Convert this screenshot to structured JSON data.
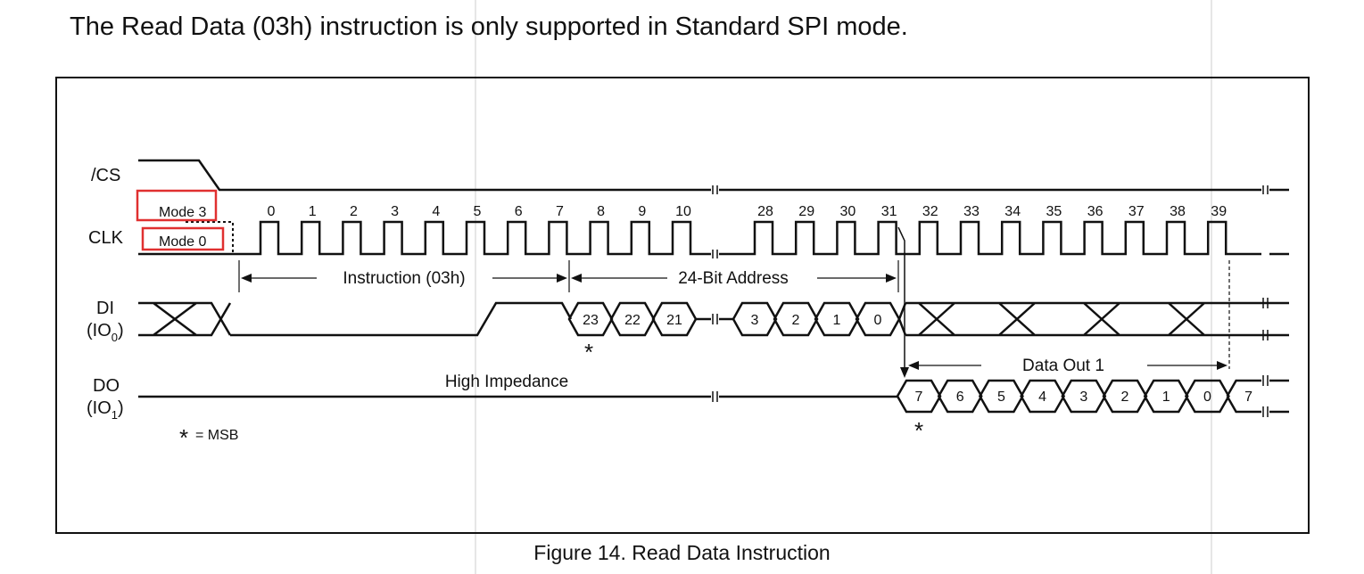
{
  "page": {
    "heading": "The Read Data (03h) instruction is only supported in Standard SPI mode.",
    "caption": "Figure 14. Read Data Instruction"
  },
  "signals": {
    "cs": "/CS",
    "clk": "CLK",
    "di": "DI",
    "di_sub": "(IO",
    "di_sub_index": "0",
    "di_sub_close": ")",
    "do": "DO",
    "do_sub": "(IO",
    "do_sub_index": "1",
    "do_sub_close": ")"
  },
  "modes": {
    "mode3": "Mode 3",
    "mode0": "Mode 0",
    "highlight_color": "#e03030"
  },
  "clock_numbers_first": [
    "0",
    "1",
    "2",
    "3",
    "4",
    "5",
    "6",
    "7",
    "8",
    "9",
    "10"
  ],
  "clock_numbers_second": [
    "28",
    "29",
    "30",
    "31",
    "32",
    "33",
    "34",
    "35",
    "36",
    "37",
    "38",
    "39"
  ],
  "labels": {
    "instruction": "Instruction (03h)",
    "address": "24-Bit Address",
    "data_out": "Data Out 1",
    "high_impedance": "High Impedance",
    "msb_star": "*",
    "msb_legend": "= MSB"
  },
  "di_address_bits_start": [
    "23",
    "22",
    "21"
  ],
  "di_address_bits_end": [
    "3",
    "2",
    "1",
    "0"
  ],
  "do_data_bits": [
    "7",
    "6",
    "5",
    "4",
    "3",
    "2",
    "1",
    "0",
    "7"
  ]
}
